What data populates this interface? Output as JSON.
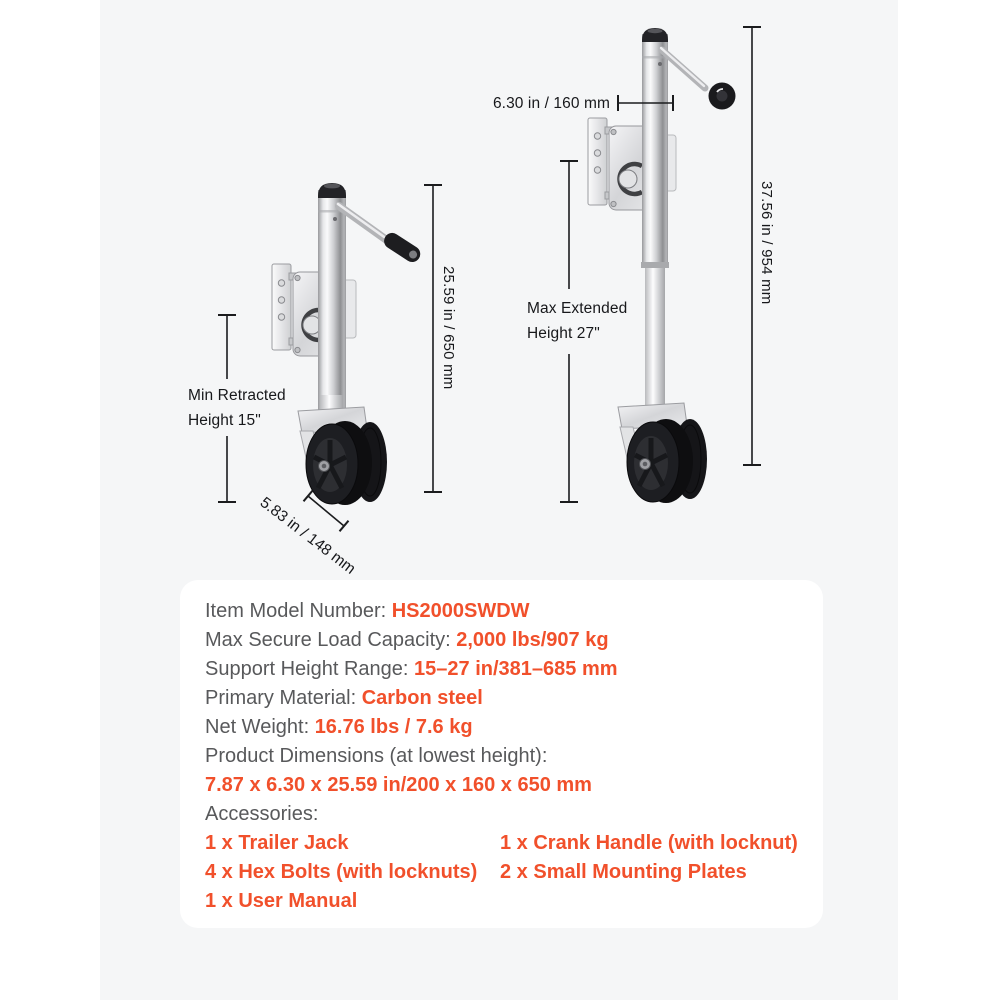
{
  "colors": {
    "accent": "#f1502b",
    "label_gray": "#58595b",
    "diagram_text": "#17181b",
    "canvas_bg": "#f5f6f7",
    "panel_bg": "#ffffff"
  },
  "diagram": {
    "left_jack_name": "trailer jack at minimum retracted height",
    "right_jack_name": "trailer jack at maximum extended height",
    "top_width_label": "6.30 in / 160 mm",
    "right_height_label": "37.56 in / 954 mm",
    "left_height_label": "25.59 in / 650 mm",
    "min_label_line1": "Min Retracted",
    "min_label_line2": "Height 15\"",
    "max_label_line1": "Max Extended",
    "max_label_line2": "Height 27\"",
    "wheel_width_label": "5.83 in / 148 mm"
  },
  "specs": {
    "rows": [
      {
        "label": "Item Model Number: ",
        "value": "HS2000SWDW"
      },
      {
        "label": "Max Secure Load Capacity: ",
        "value": "2,000 lbs/907 kg"
      },
      {
        "label": "Support Height Range: ",
        "value": "15–27 in/381–685 mm"
      },
      {
        "label": "Primary Material: ",
        "value": "Carbon steel"
      },
      {
        "label": "Net Weight: ",
        "value": "16.76 lbs / 7.6 kg"
      },
      {
        "label": "Product Dimensions (at lowest height):",
        "value": ""
      },
      {
        "label": "",
        "value": "7.87 x 6.30 x 25.59 in/200 x 160 x 650 mm"
      },
      {
        "label": "Accessories:",
        "value": ""
      }
    ],
    "accessories": [
      [
        "1 x Trailer Jack",
        "1 x Crank Handle (with locknut)"
      ],
      [
        "4 x Hex Bolts (with locknuts)",
        "2 x Small Mounting Plates"
      ],
      [
        "1 x User Manual",
        ""
      ]
    ]
  }
}
